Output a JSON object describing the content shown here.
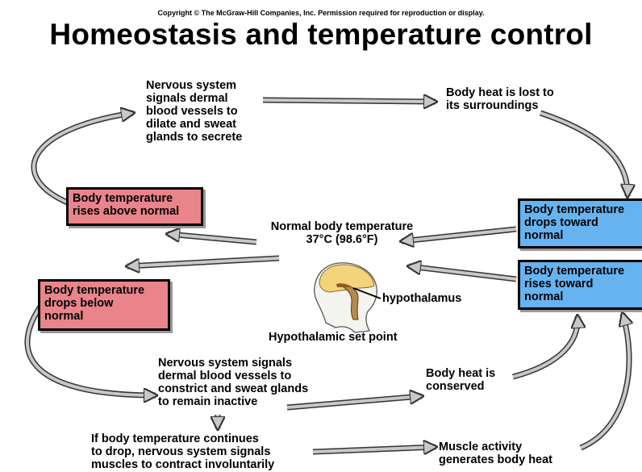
{
  "copyright": "Copyright © The McGraw-Hill Companies, Inc. Permission required for reproduction or display.",
  "title": "Homeostasis and temperature control",
  "colors": {
    "red_box": "#e8848a",
    "blue_box": "#66b3f0",
    "arrow_fill": "#c8c8c8",
    "arrow_stroke": "#333333"
  },
  "nodes": {
    "nervous_dilate": "Nervous system\nsignals dermal\nblood vessels to\ndilate and sweat\nglands to secrete",
    "heat_lost": "Body heat is lost to\nits surroundings",
    "temp_rises_above": "Body temperature\nrises above normal",
    "temp_drops_toward": "Body temperature\ndrops toward\nnormal",
    "normal_temp": "Normal body temperature\n37°C (98.6°F)",
    "temp_drops_below": "Body temperature\ndrops below\nnormal",
    "temp_rises_toward": "Body temperature\nrises toward\nnormal",
    "hypothalamus": "hypothalamus",
    "set_point": "Hypothalamic set point",
    "nervous_constrict": "Nervous system signals\ndermal blood vessels to\nconstrict and sweat glands\nto remain inactive",
    "heat_conserved": "Body heat is\nconserved",
    "shiver_signal": "If body temperature continues\nto drop, nervous system signals\nmuscles to contract involuntarily",
    "muscle_heat": "Muscle activity\ngenerates body heat"
  },
  "icons": {
    "head": "head-profile-icon"
  }
}
